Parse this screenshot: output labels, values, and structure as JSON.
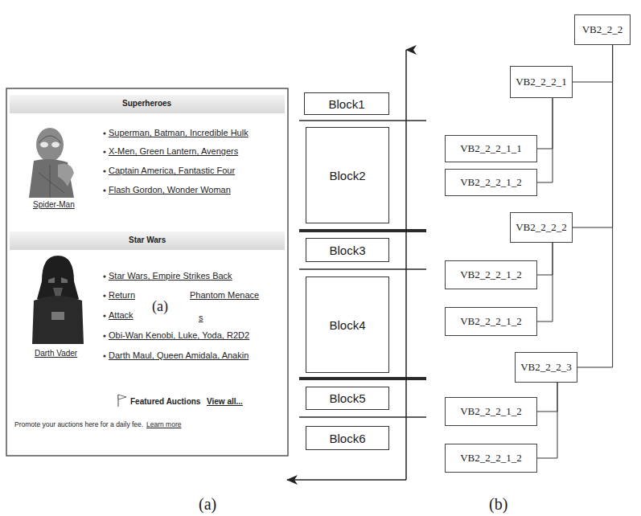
{
  "diagram": {
    "nodes": [
      {
        "text": [
          "Block1"
        ]
      },
      {
        "text": [
          "Block2"
        ]
      },
      {
        "text": [
          "Block3"
        ]
      },
      {
        "text": [
          "Block4"
        ]
      },
      {
        "text": [
          "Block5"
        ]
      },
      {
        "text": [
          "Block6"
        ]
      },
      {
        "text": [
          "VB2_2_2"
        ]
      },
      {
        "text": [
          "VB2_2_2_1"
        ]
      },
      {
        "text": [
          "VB2_2_2_1_1"
        ]
      },
      {
        "text": [
          "VB2_2_2_1_2"
        ]
      },
      {
        "text": [
          "VB2_2_2_2"
        ]
      },
      {
        "text": [
          "VB2_2_2_1_2"
        ]
      },
      {
        "text": [
          "VB2_2_2_1_2"
        ]
      },
      {
        "text": [
          "VB2_2_2_3"
        ]
      },
      {
        "text": [
          "VB2_2_2_1_2"
        ]
      },
      {
        "text": [
          "VB2_2_2_1_2"
        ]
      }
    ],
    "edges": [
      {
        "from": 6,
        "to": 7,
        "arrow": "none"
      },
      {
        "from": 7,
        "to": 8,
        "arrow": "none"
      },
      {
        "from": 7,
        "to": 9,
        "arrow": "none"
      },
      {
        "from": 6,
        "to": 10,
        "arrow": "none"
      },
      {
        "from": 10,
        "to": 11,
        "arrow": "none"
      },
      {
        "from": 10,
        "to": 12,
        "arrow": "none"
      },
      {
        "from": 6,
        "to": 13,
        "arrow": "none"
      },
      {
        "from": 13,
        "to": 14,
        "arrow": "none"
      },
      {
        "from": 13,
        "to": 15,
        "arrow": "none"
      }
    ],
    "labels": [
      "Superheroes",
      "Spider-Man",
      "Superman, Batman, Incredible Hulk",
      "X-Men, Green Lantern, Avengers",
      "Captain America, Fantastic Four",
      "Flash Gordon, Wonder Woman",
      "Star Wars",
      "Star Wars, Empire Strikes Back",
      "Return",
      "Phantom Menace",
      "Attack",
      "s",
      "Obi-Wan Kenobi, Luke, Yoda, R2D2",
      "Darth Maul, Queen Amidala, Anakin",
      "Darth Vader",
      "(a)",
      "Featured Auctions",
      "View all...",
      "Promote your auctions here for a daily fee.",
      "Learn more",
      "(a)",
      "(b)"
    ]
  }
}
